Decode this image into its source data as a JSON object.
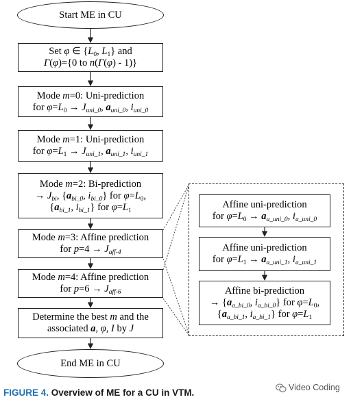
{
  "figure": {
    "caption_label": "FIGURE 4.",
    "caption_text": "Overview of ME for a CU in VTM.",
    "watermark": "Video Coding",
    "watermark_icon": "wechat-icon"
  },
  "nodes": {
    "start": {
      "text": "Start ME in CU"
    },
    "set_phi": {
      "lines": [
        "Set φ ∈ {L0, L1} and",
        "Γ(φ)={0 to n(Γ(φ) - 1)}"
      ]
    },
    "mode0": {
      "lines": [
        "Mode m=0: Uni-prediction",
        "for φ=L0 → Juni_0, auni_0, iuni_0"
      ]
    },
    "mode1": {
      "lines": [
        "Mode m=1: Uni-prediction",
        "for φ=L1 → Juni_1, auni_1, iuni_1"
      ]
    },
    "mode2": {
      "lines": [
        "Mode m=2: Bi-prediction",
        "→ Jbi, {abi_0, ibi_0} for φ=L0,",
        "{abi_1, ibi_1} for φ=L1"
      ]
    },
    "mode3": {
      "lines": [
        "Mode m=3: Affine prediction",
        "for p=4 → Jaff-4"
      ]
    },
    "mode4": {
      "lines": [
        "Mode m=4: Affine prediction",
        "for p=6 → Jaff-6"
      ]
    },
    "determine": {
      "lines": [
        "Determine the best m and the",
        "associated a, φ, I by J"
      ]
    },
    "end": {
      "text": "End ME in CU"
    },
    "affine_uni0": {
      "lines": [
        "Affine uni-prediction",
        "for φ=L0 → aa_uni_0, ia_uni_0"
      ]
    },
    "affine_uni1": {
      "lines": [
        "Affine uni-prediction",
        "for φ=L1 → aa_uni_1, ia_uni_1"
      ]
    },
    "affine_bi": {
      "lines": [
        "Affine bi-prediction",
        "→ {aa_bi_0, ia_bi_0} for φ=L0,",
        "{aa_bi_1, ia_bi_1} for φ=L1"
      ]
    }
  }
}
